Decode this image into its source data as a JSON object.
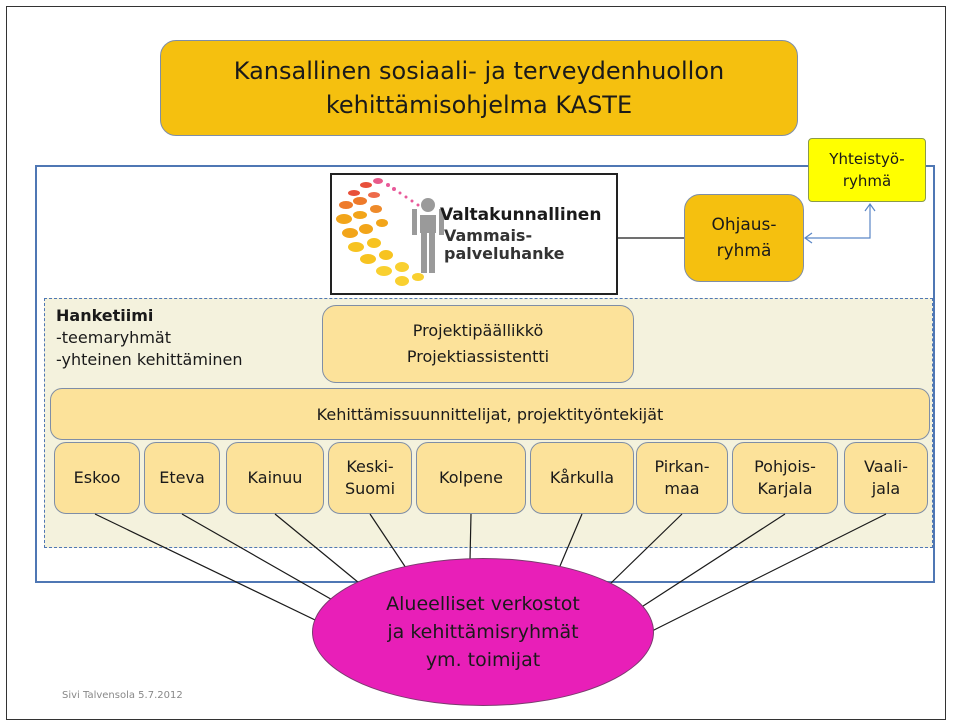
{
  "header": {
    "title": "Kansallinen sosiaali- ja terveydenhuollon\nkehittämisohjelma KASTE"
  },
  "logo": {
    "line1": "Valtakunnallinen",
    "line2": "Vammais-",
    "line3": "palveluhanke"
  },
  "steering": {
    "label": "Ohjaus-\nryhmä"
  },
  "cooperation": {
    "label": "Yhteistyö-\nryhmä"
  },
  "team": {
    "title": "Hanketiimi",
    "item1": "-teemaryhmät",
    "item2": "-yhteinen kehittäminen"
  },
  "management": {
    "label": "Projektipäällikkö\nProjektiassistentti"
  },
  "developers": {
    "label": "Kehittämissuunnittelijat, projektityöntekijät"
  },
  "partners": [
    {
      "label": "Eskoo"
    },
    {
      "label": "Eteva"
    },
    {
      "label": "Kainuu"
    },
    {
      "label": "Keski-\nSuomi"
    },
    {
      "label": "Kolpene"
    },
    {
      "label": "Kårkulla"
    },
    {
      "label": "Pirkan-\nmaa"
    },
    {
      "label": "Pohjois-\nKarjala"
    },
    {
      "label": "Vaali-\njala"
    }
  ],
  "network": {
    "label": "Alueelliset verkostot\nja kehittämisryhmät\nym. toimijat"
  },
  "footer": {
    "author": "Sivi Talvensola 5.7.2012"
  },
  "colors": {
    "orange": "#f5c00f",
    "light": "#fce29a",
    "yellow": "#ffff00",
    "magenta": "#e81fb8",
    "blue": "#4f77b4"
  }
}
